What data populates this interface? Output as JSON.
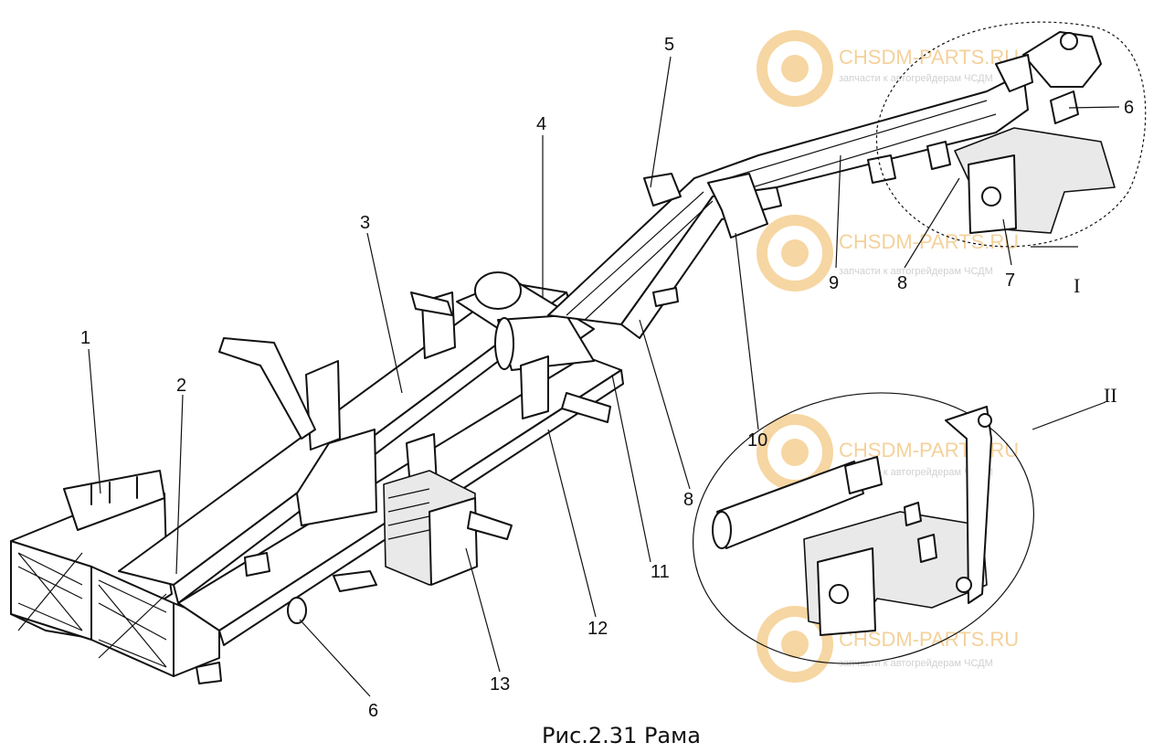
{
  "caption": "Рис.2.31 Рама",
  "callouts": [
    "1",
    "2",
    "3",
    "4",
    "5",
    "6",
    "7",
    "8",
    "9",
    "10",
    "11",
    "12",
    "13"
  ],
  "views": [
    "I",
    "II"
  ],
  "watermark": {
    "brand": "CHSDM-PARTS.RU",
    "tagline": "запчасти к автогрейдерам ЧСДМ",
    "color": "#f2c27a"
  }
}
